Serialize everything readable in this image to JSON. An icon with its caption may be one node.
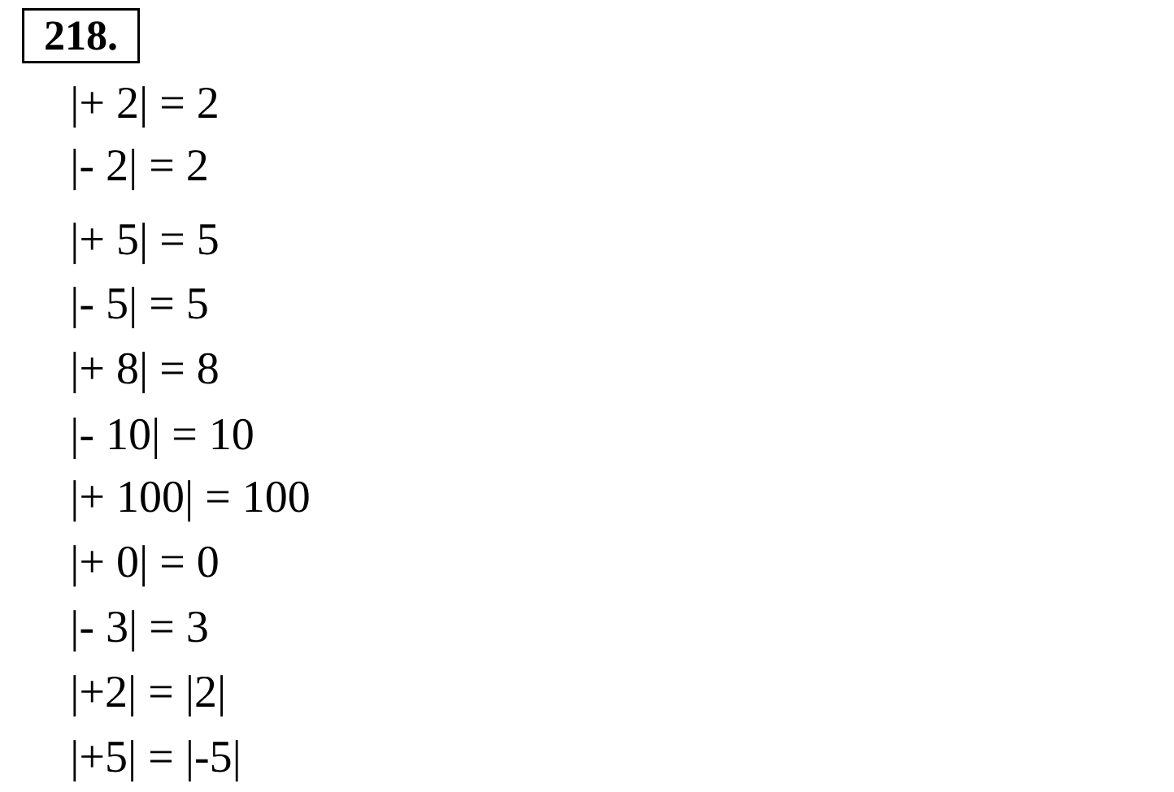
{
  "diagram": {
    "nodes": [
      {
        "text": [
          "218."
        ]
      }
    ],
    "labels": [
      "|+ 2| = 2",
      "|- 2| = 2",
      "|+ 5| = 5",
      "|- 5| = 5",
      "|+ 8| = 8",
      "|- 10| = 10",
      "|+ 100| = 100",
      "|+ 0| = 0",
      "|- 3| = 3",
      "|+2| = |2|",
      "|+5| = |-5|"
    ]
  }
}
